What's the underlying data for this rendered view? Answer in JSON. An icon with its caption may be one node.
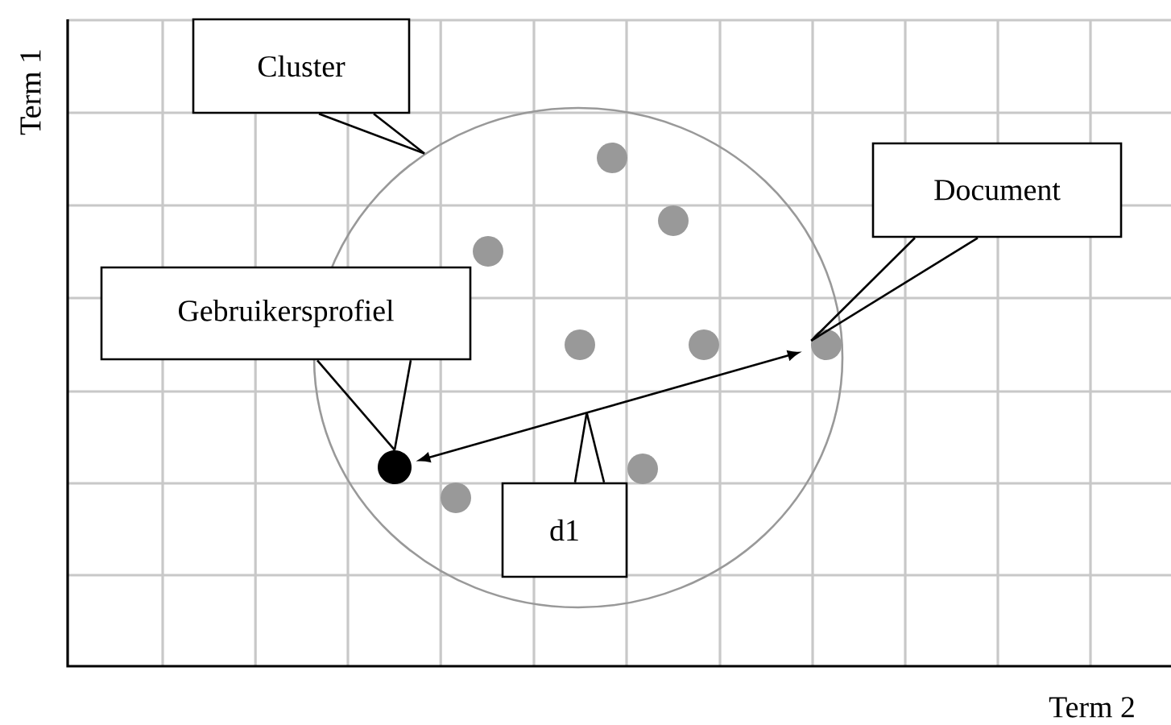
{
  "diagram": {
    "nodes": [
      {
        "text": [
          "Cluster"
        ]
      },
      {
        "text": [],
        "shape": "circle"
      },
      {
        "text": [
          "Document"
        ]
      },
      {
        "text": [
          "Gebruikersprofiel"
        ]
      },
      {
        "text": [
          "d1"
        ],
        "in": 1
      },
      {
        "text": [],
        "shape": "circle",
        "in": 1
      },
      {
        "text": [],
        "shape": "circle",
        "in": 1
      },
      {
        "text": [],
        "shape": "circle",
        "in": 1
      },
      {
        "text": [],
        "shape": "circle",
        "in": 1
      },
      {
        "text": [],
        "shape": "circle",
        "in": 1
      },
      {
        "text": [],
        "shape": "circle",
        "in": 1
      },
      {
        "text": [],
        "shape": "circle",
        "in": 1
      },
      {
        "text": [],
        "shape": "circle",
        "in": 1
      },
      {
        "text": [],
        "shape": "circle",
        "in": 1
      }
    ],
    "edges": [
      {
        "from": 0,
        "to": 1,
        "arrow": "none"
      },
      {
        "from": 2,
        "to": 13,
        "arrow": "none"
      },
      {
        "from": 3,
        "to": 5,
        "arrow": "none"
      },
      {
        "from": 5,
        "to": 13,
        "arrow": "both"
      },
      {
        "from": 4,
        "to": null,
        "arrow": "none"
      }
    ],
    "labels": [
      "Term 1",
      "Term 2"
    ]
  }
}
